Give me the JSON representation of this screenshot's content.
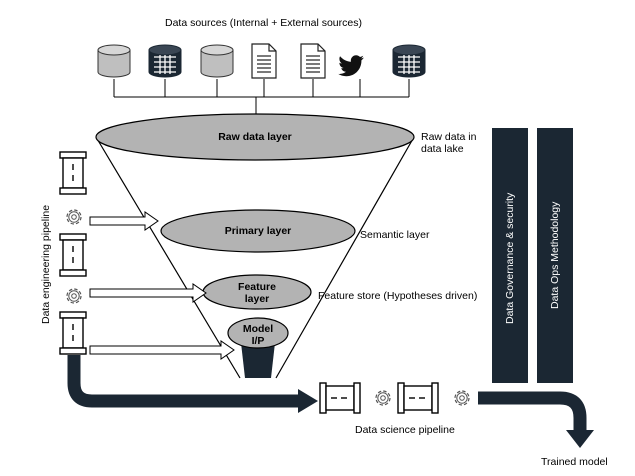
{
  "title": "Data sources (Internal  + External sources)",
  "sources": [
    {
      "icon": "database-gray-icon"
    },
    {
      "icon": "database-table-icon"
    },
    {
      "icon": "database-gray-icon"
    },
    {
      "icon": "document-icon"
    },
    {
      "icon": "document-icon"
    },
    {
      "icon": "twitter-bird-icon"
    },
    {
      "icon": "database-table-icon"
    }
  ],
  "layers": {
    "raw": "Raw data layer",
    "primary": "Primary layer",
    "feature_line1": "Feature",
    "feature_line2": "layer",
    "model_line1": "Model",
    "model_line2": "I/P"
  },
  "side_labels": {
    "raw_line1": "Raw data in",
    "raw_line2": "data lake",
    "semantic": "Semantic layer",
    "feature_store": "Feature store (Hypotheses driven)"
  },
  "data_engineering_pipeline": "Data engineering pipeline",
  "data_science_pipeline": "Data science pipeline",
  "governance_bar": "Data Governance  & security",
  "dataops_bar": "Data Ops Methodology",
  "trained_model": "Trained model",
  "colors": {
    "dark_navy": "#1b2733",
    "layer_gray": "#b3b3b3",
    "icon_gray": "#bfbfbf"
  }
}
